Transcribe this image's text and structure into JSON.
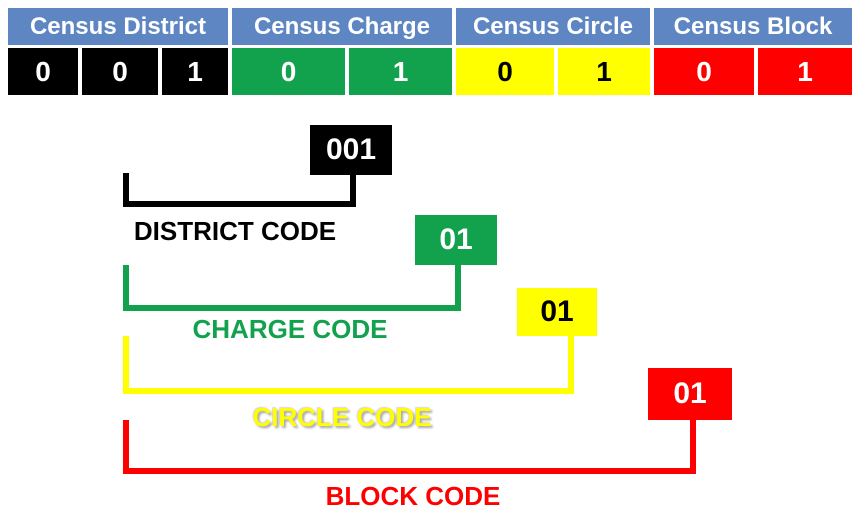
{
  "table": {
    "header_labels": [
      "Census District",
      "Census Charge",
      "Census Circle",
      "Census Block"
    ],
    "digits": [
      "0",
      "0",
      "1",
      "0",
      "1",
      "0",
      "1",
      "0",
      "1"
    ]
  },
  "codes": {
    "district": {
      "box_value": "001",
      "label": "DISTRICT CODE"
    },
    "charge": {
      "box_value": "01",
      "label": "CHARGE CODE"
    },
    "circle": {
      "box_value": "01",
      "label": "CIRCLE CODE"
    },
    "block": {
      "box_value": "01",
      "label": "BLOCK CODE"
    }
  },
  "colors": {
    "header_blue": "#5E86C3",
    "district_black": "#000000",
    "charge_green": "#12A14D",
    "circle_yellow": "#FFFF00",
    "block_red": "#FF0000",
    "header_text": "#ffffff"
  }
}
